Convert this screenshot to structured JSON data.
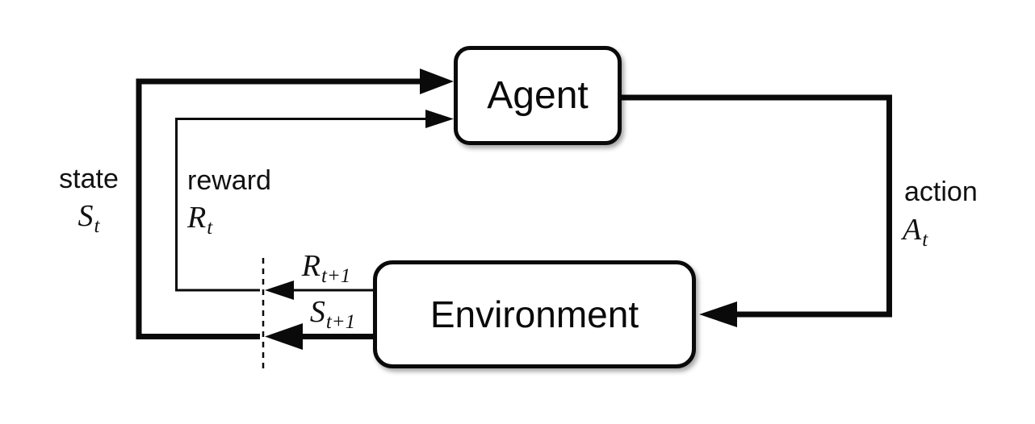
{
  "diagram": {
    "nodes": {
      "agent": {
        "label": "Agent"
      },
      "environment": {
        "label": "Environment"
      }
    },
    "labels": {
      "state": {
        "word": "state",
        "symbol": "S",
        "subscript": "t"
      },
      "reward": {
        "word": "reward",
        "symbol": "R",
        "subscript": "t"
      },
      "action": {
        "word": "action",
        "symbol": "A",
        "subscript": "t"
      },
      "next_reward": {
        "symbol": "R",
        "subscript": "t+1"
      },
      "next_state": {
        "symbol": "S",
        "subscript": "t+1"
      }
    },
    "colors": {
      "line": "#0a0a0a",
      "background": "#ffffff",
      "box_fill": "#ffffff"
    }
  }
}
